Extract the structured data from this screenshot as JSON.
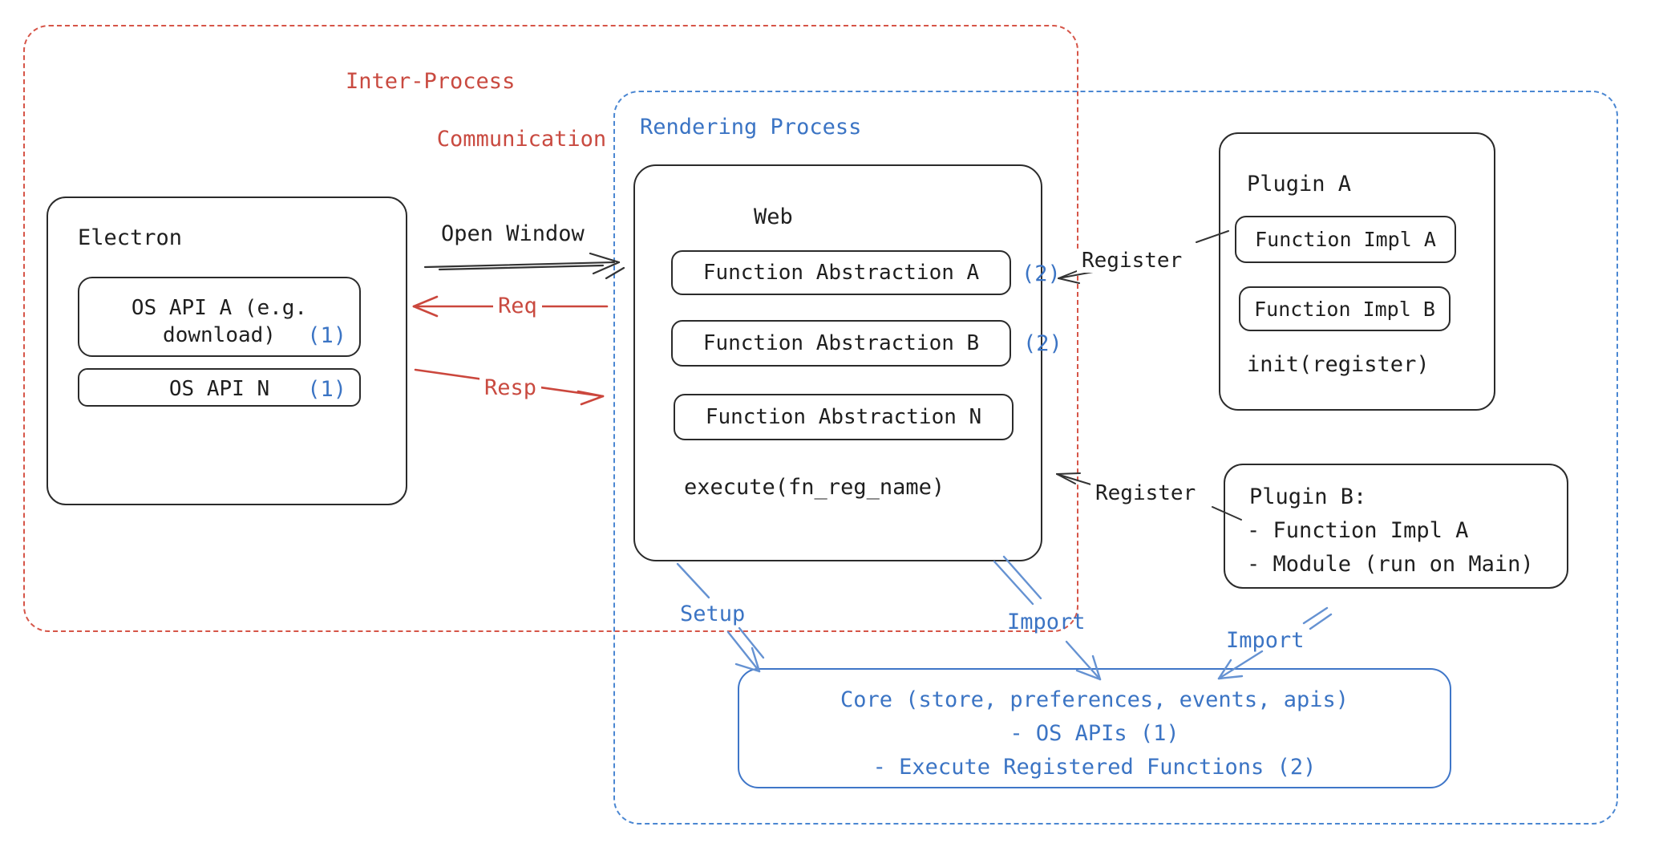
{
  "colors": {
    "red": "#c94a40",
    "blue": "#3b74c4",
    "black": "#1f1f1f",
    "dash_red": "#d65548",
    "dash_blue": "#4b87d2"
  },
  "groups": {
    "ipc": {
      "label_line1": "Inter-Process",
      "label_line2": "Communication"
    },
    "rendering": {
      "label": "Rendering Process"
    }
  },
  "electron": {
    "title": "Electron",
    "os_api_a_line1": "OS API A (e.g.",
    "os_api_a_line2": "download)",
    "os_api_a_badge": "(1)",
    "os_api_n": "OS API N",
    "os_api_n_badge": "(1)"
  },
  "web": {
    "title": "Web",
    "fa_a": "Function Abstraction A",
    "fa_a_badge": "(2)",
    "fa_b": "Function Abstraction B",
    "fa_b_badge": "(2)",
    "fa_n": "Function Abstraction N",
    "execute": "execute(fn_reg_name)"
  },
  "plugin_a": {
    "title": "Plugin A",
    "impl_a": "Function Impl A",
    "impl_b": "Function Impl B",
    "init": "init(register)"
  },
  "plugin_b": {
    "title": "Plugin B:",
    "item1": "- Function Impl A",
    "item2": "- Module (run on Main)"
  },
  "core": {
    "line1": "Core (store, preferences, events, apis)",
    "line2": "- OS APIs (1)",
    "line3": "- Execute Registered Functions (2)"
  },
  "arrows": {
    "open_window": "Open Window",
    "req": "Req",
    "resp": "Resp",
    "register1": "Register",
    "register2": "Register",
    "setup": "Setup",
    "import1": "Import",
    "import2": "Import"
  }
}
